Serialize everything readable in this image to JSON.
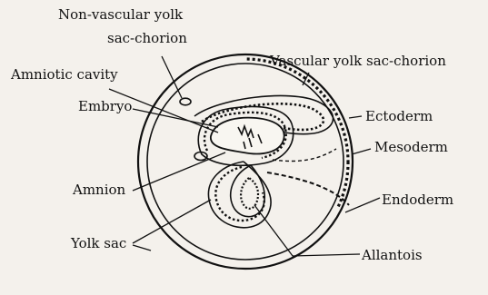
{
  "labels": {
    "non_vascular_1": "Non-vascular yolk",
    "non_vascular_2": "sac-chorion",
    "vascular": "Vascular yolk sac-chorion",
    "amniotic_cavity": "Amniotic cavity",
    "embryo": "Embryo",
    "ectoderm": "Ectoderm",
    "mesoderm": "Mesoderm",
    "amnion": "Amnion",
    "endoderm": "Endoderm",
    "yolk_sac": "Yolk sac",
    "allantois": "Allantois"
  },
  "colors": {
    "ink": "#111111",
    "background": "#f4f1ec"
  }
}
